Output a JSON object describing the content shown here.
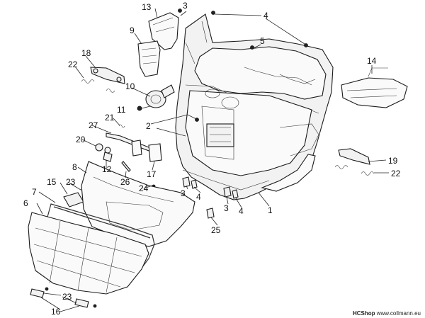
{
  "callouts": {
    "c1": "1",
    "c2": "2",
    "c3a": "3",
    "c3b": "3",
    "c3c": "3",
    "c4a": "4",
    "c4b": "4",
    "c4c": "4",
    "c5": "5",
    "c6": "6",
    "c7": "7",
    "c8": "8",
    "c9": "9",
    "c10": "10",
    "c11": "11",
    "c12": "12",
    "c13": "13",
    "c14": "14",
    "c15": "15",
    "c16": "16",
    "c17": "17",
    "c18": "18",
    "c19": "19",
    "c20": "20",
    "c21": "21",
    "c22a": "22",
    "c22b": "22",
    "c23a": "23",
    "c23b": "23",
    "c24": "24",
    "c25": "25",
    "c26": "26",
    "c27": "27"
  },
  "footer": {
    "shop": "HCShop",
    "site": "www.collmann.eu"
  }
}
